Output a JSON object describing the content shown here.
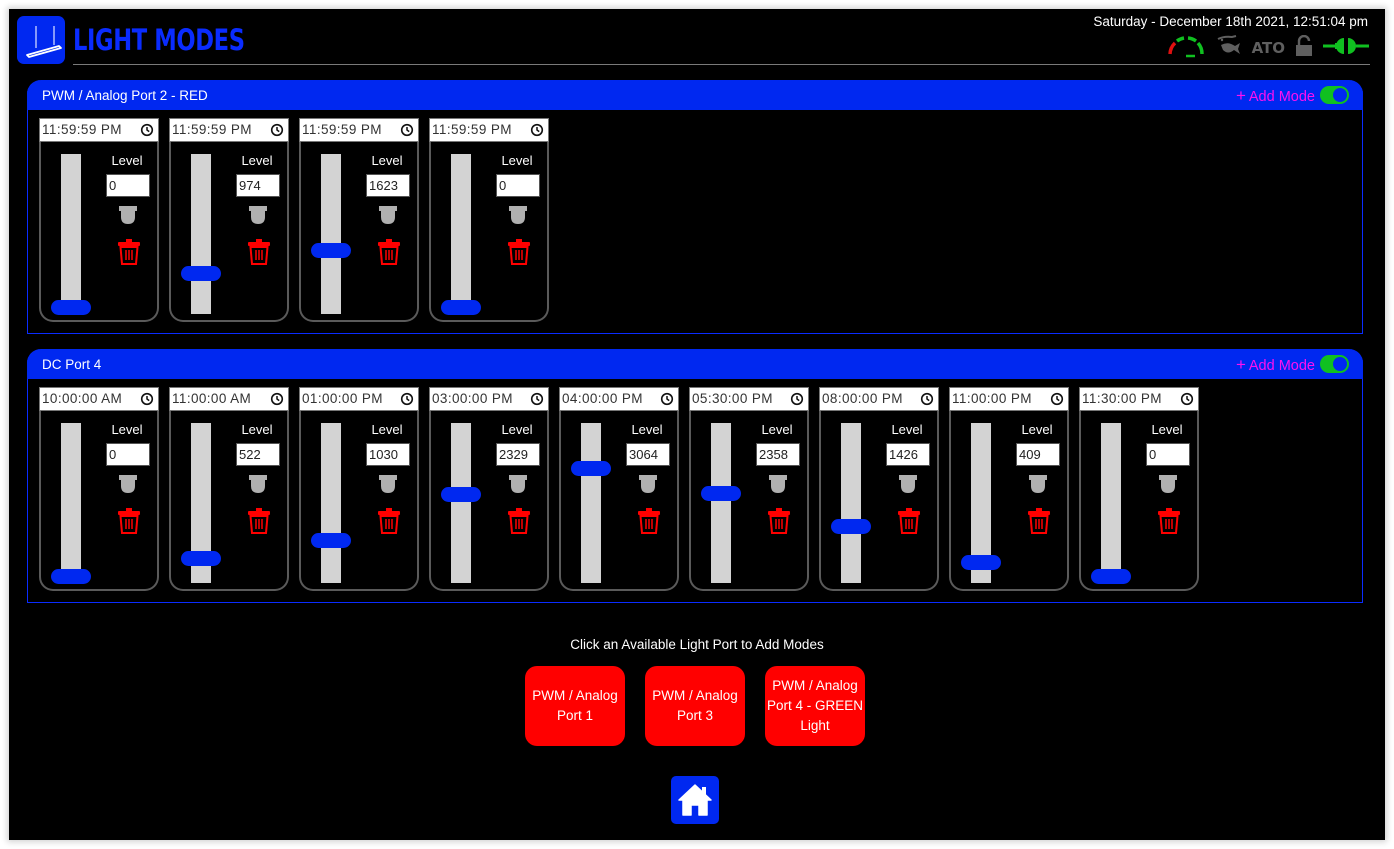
{
  "header": {
    "title": "LIGHT MODES",
    "datetime": "Saturday - December 18th 2021, 12:51:04 pm",
    "status_icons": [
      "gauge-icon",
      "feeder-fish-icon",
      "ato-icon",
      "unlock-icon",
      "power-plug-icon"
    ],
    "ato_label": "ATO"
  },
  "colors": {
    "accent_blue": "#0028f0",
    "title_blue": "#0a2cff",
    "add_mode_magenta": "#ff10f0",
    "toggle_green": "#10c020",
    "danger_red": "#ff0000",
    "slider_track": "#d3d3d3"
  },
  "slider_max": 4095,
  "sections": [
    {
      "title": "PWM / Analog Port 2 - RED",
      "add_mode_label": "Add Mode",
      "enabled": true,
      "level_label": "Level",
      "modes": [
        {
          "time": "11:59:59 PM",
          "level": "0"
        },
        {
          "time": "11:59:59 PM",
          "level": "974"
        },
        {
          "time": "11:59:59 PM",
          "level": "1623"
        },
        {
          "time": "11:59:59 PM",
          "level": "0"
        }
      ]
    },
    {
      "title": "DC Port 4",
      "add_mode_label": "Add Mode",
      "enabled": true,
      "level_label": "Level",
      "modes": [
        {
          "time": "10:00:00 AM",
          "level": "0"
        },
        {
          "time": "11:00:00 AM",
          "level": "522"
        },
        {
          "time": "01:00:00 PM",
          "level": "1030"
        },
        {
          "time": "03:00:00 PM",
          "level": "2329"
        },
        {
          "time": "04:00:00 PM",
          "level": "3064"
        },
        {
          "time": "05:30:00 PM",
          "level": "2358"
        },
        {
          "time": "08:00:00 PM",
          "level": "1426"
        },
        {
          "time": "11:00:00 PM",
          "level": "409"
        },
        {
          "time": "11:30:00 PM",
          "level": "0"
        }
      ]
    }
  ],
  "available_ports": {
    "hint": "Click an Available Light Port to Add Modes",
    "buttons": [
      {
        "label": "PWM / Analog Port 1"
      },
      {
        "label": "PWM / Analog Port 3"
      },
      {
        "label": "PWM / Analog Port 4 - GREEN Light"
      }
    ]
  },
  "home_button": {
    "icon": "home-icon"
  }
}
